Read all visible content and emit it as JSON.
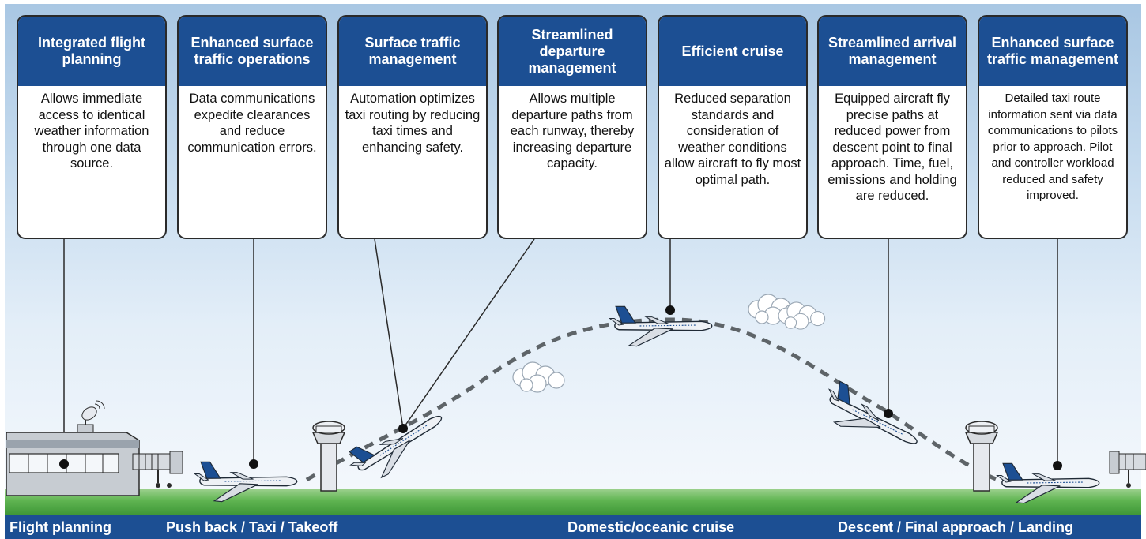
{
  "cards": [
    {
      "title": "Integrated flight planning",
      "body": "Allows immediate access to identical weather information through one data source."
    },
    {
      "title": "Enhanced surface traffic operations",
      "body": "Data communications expedite clearances and reduce communication errors."
    },
    {
      "title": "Surface traffic management",
      "body": "Automation optimizes taxi routing by reducing taxi times and enhancing safety."
    },
    {
      "title": "Streamlined departure management",
      "body": "Allows multiple departure paths from each runway, thereby increasing departure capacity."
    },
    {
      "title": "Efficient cruise",
      "body": "Reduced separation standards and consideration of weather conditions allow aircraft to fly most optimal path."
    },
    {
      "title": "Streamlined arrival management",
      "body": "Equipped aircraft fly precise paths at reduced power from descent point to final approach. Time, fuel, emissions and holding are reduced."
    },
    {
      "title": "Enhanced surface traffic management",
      "body": "Detailed taxi route information sent via data communications to pilots prior to approach. Pilot and controller workload reduced and safety improved."
    }
  ],
  "phases": [
    {
      "label": "Flight planning"
    },
    {
      "label": "Push back / Taxi / Takeoff"
    },
    {
      "label": "Domestic/oceanic cruise"
    },
    {
      "label": "Descent / Final approach / Landing"
    }
  ],
  "colors": {
    "header_blue": "#1c4f93",
    "ground_green": "#5fb451",
    "sky_top": "#a9c7e3",
    "path_gray": "#5e6468"
  },
  "icons": [
    "terminal-building-icon",
    "radar-dish-icon",
    "jet-bridge-icon",
    "control-tower-icon",
    "airplane-icon",
    "cloud-icon"
  ]
}
